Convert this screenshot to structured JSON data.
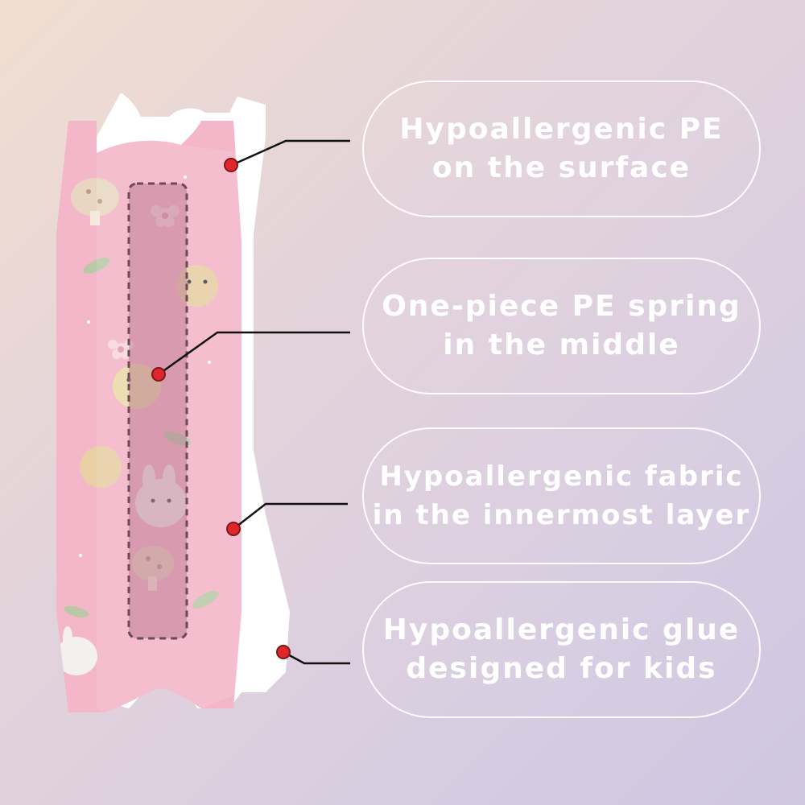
{
  "colors": {
    "patch_pink": "#f4b6c9",
    "patch_white": "#ffffff",
    "spring_fill": "#c98fa2",
    "marker_red": "#e0262b",
    "leader_line": "#111111",
    "pill_border": "#ffffff",
    "label_text": "#ffffff"
  },
  "illustration": {
    "name": "nasal-strip-layers",
    "decor_icons": [
      "rabbit-icon",
      "mushroom-icon",
      "flower-icon",
      "leaf-icon",
      "chick-icon",
      "bear-icon"
    ]
  },
  "labels": [
    {
      "id": "surface",
      "lines": [
        "Hypoallergenic PE",
        "on the surface"
      ]
    },
    {
      "id": "spring",
      "lines": [
        "One-piece PE spring",
        "in the middle"
      ]
    },
    {
      "id": "fabric",
      "lines": [
        "Hypoallergenic fabric",
        "in the innermost layer"
      ]
    },
    {
      "id": "glue",
      "lines": [
        "Hypoallergenic glue",
        "designed for kids"
      ]
    }
  ]
}
